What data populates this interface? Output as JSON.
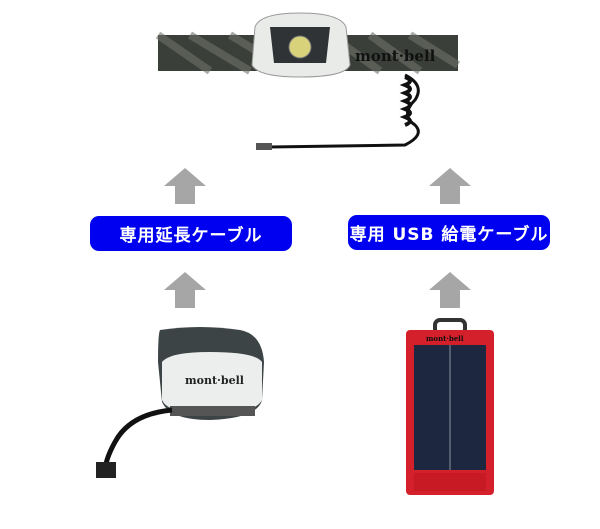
{
  "labels": {
    "extension_cable": "専用延長ケーブル",
    "usb_cable": "専用 USB 給電ケーブル"
  },
  "brand_logo": "mont·bell",
  "colors": {
    "label_bg": "#0000f0",
    "arrow": "#a6a6a6",
    "solar_red": "#d4202a"
  }
}
